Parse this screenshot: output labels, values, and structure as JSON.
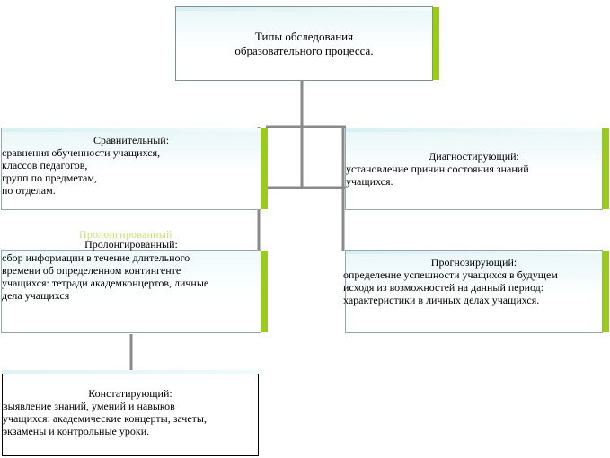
{
  "title": {
    "lines": [
      "Типы обследования",
      "образовательного процесса."
    ]
  },
  "boxes": {
    "comparative": {
      "heading": "Сравнительный:",
      "lines": [
        "сравнения обученности учащихся,",
        "классов педагогов,",
        "групп по предметам,",
        "по отделам."
      ]
    },
    "diagnostic": {
      "heading": "Диагностирующий:",
      "lines": [
        "установление причин состояния знаний",
        "учащихся."
      ]
    },
    "prolonged": {
      "ghost": "Пролонгированный",
      "heading": "Пролонгированный:",
      "lines": [
        "сбор информации в течение длительного",
        "времени об определенном контингенте",
        "учащихся: тетради академконцертов, личные",
        "дела учащихся"
      ]
    },
    "prognostic": {
      "heading": "Прогнозирующий:",
      "lines": [
        "определение успешности учащихся в будущем",
        "исходя из возможностей на данный период:",
        "характеристики в личных делах учащихся."
      ]
    },
    "stating": {
      "heading": "Констатирующий:",
      "lines": [
        "выявление знаний, умений и навыков",
        "учащихся: академические концерты, зачеты,",
        "экзамены и контрольные уроки."
      ]
    }
  },
  "colors": {
    "connector": "#8a8a8a",
    "accent_bar": "#9acc14",
    "box_border": "#9aa7a9"
  }
}
